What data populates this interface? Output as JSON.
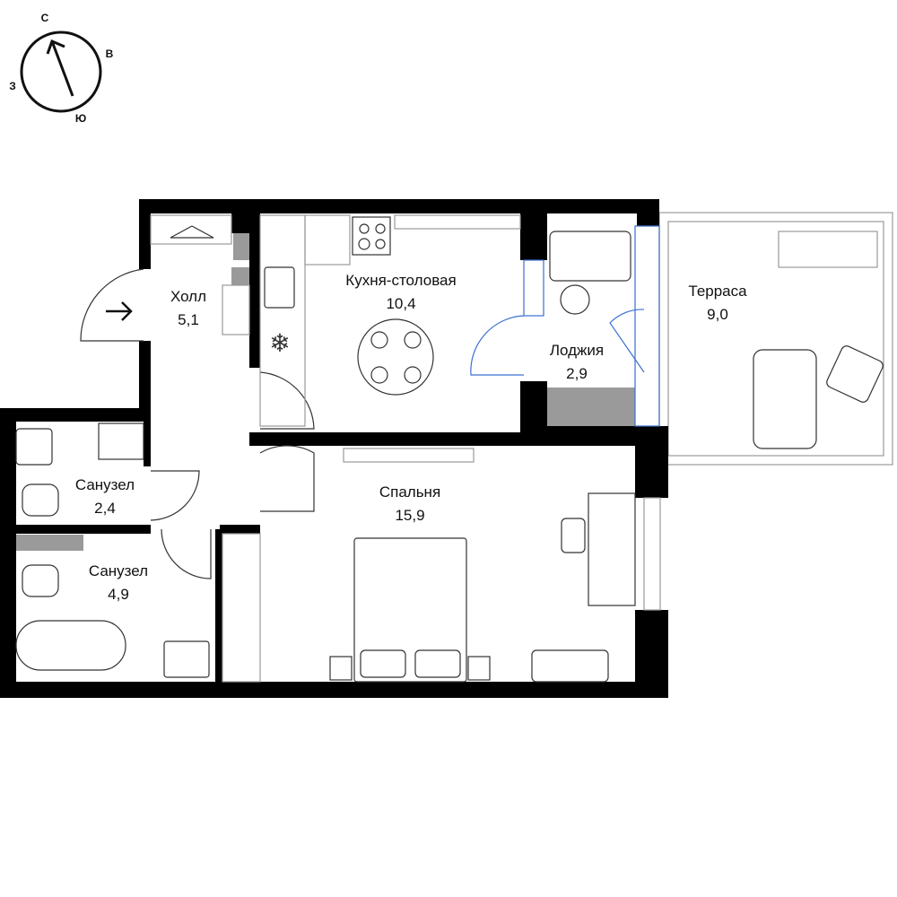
{
  "compass": {
    "north": "С",
    "east": "В",
    "south": "Ю",
    "west": "З"
  },
  "rooms": [
    {
      "name": "Холл",
      "area": "5,1"
    },
    {
      "name": "Кухня-столовая",
      "area": "10,4"
    },
    {
      "name": "Лоджия",
      "area": "2,9"
    },
    {
      "name": "Терраса",
      "area": "9,0"
    },
    {
      "name": "Санузел",
      "area": "2,4"
    },
    {
      "name": "Спальня",
      "area": "15,9"
    },
    {
      "name": "Санузел",
      "area": "4,9"
    }
  ],
  "colors": {
    "wall": "#000000",
    "window": "#3a6fd0",
    "shaft": "#9a9a9a"
  }
}
